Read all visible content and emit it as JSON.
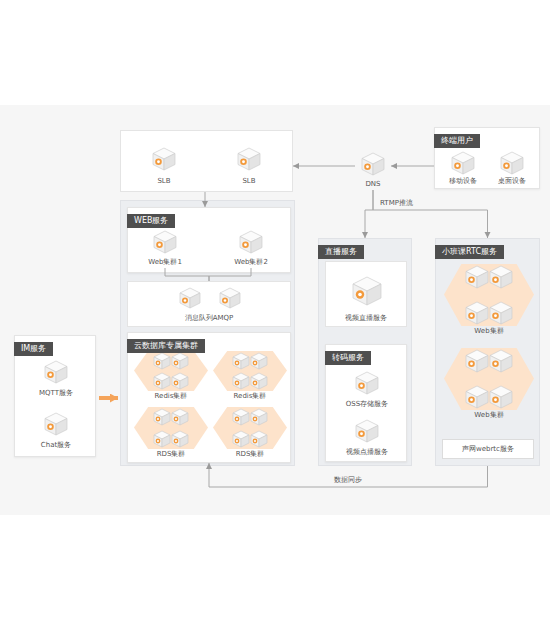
{
  "diagram": {
    "nodes": [
      {
        "text": [
          "终端用户"
        ]
      },
      {
        "text": [
          "移动设备"
        ],
        "in": 0
      },
      {
        "text": [
          "桌面设备"
        ],
        "in": 0
      },
      {
        "text": [
          "DNS"
        ]
      },
      {
        "text": []
      },
      {
        "text": [
          "SLB"
        ],
        "in": 4
      },
      {
        "text": [
          "SLB"
        ],
        "in": 4
      },
      {
        "text": []
      },
      {
        "text": [
          "WEB服务"
        ],
        "in": 7
      },
      {
        "text": [
          "Web集群1"
        ],
        "in": 8
      },
      {
        "text": [
          "Web集群2"
        ],
        "in": 8
      },
      {
        "text": [
          "消息队列AMQP"
        ],
        "in": 7
      },
      {
        "text": [
          "云数据库专属集群"
        ],
        "in": 7
      },
      {
        "text": [
          "Redis集群"
        ],
        "in": 12
      },
      {
        "text": [
          "Redis集群"
        ],
        "in": 12
      },
      {
        "text": [
          "RDS集群"
        ],
        "in": 12
      },
      {
        "text": [
          "RDS集群"
        ],
        "in": 12
      },
      {
        "text": [
          "IM服务"
        ]
      },
      {
        "text": [
          "MQTT服务"
        ],
        "in": 17
      },
      {
        "text": [
          "Chat服务"
        ],
        "in": 17
      },
      {
        "text": [
          "直播服务"
        ]
      },
      {
        "text": [
          "视频直播服务"
        ],
        "in": 20
      },
      {
        "text": [
          "转码服务"
        ],
        "in": 20
      },
      {
        "text": [
          "OSS存储服务"
        ],
        "in": 22
      },
      {
        "text": [
          "视频点播服务"
        ],
        "in": 22
      },
      {
        "text": [
          "小班课RTC服务"
        ]
      },
      {
        "text": [
          "Web集群"
        ],
        "in": 25
      },
      {
        "text": [
          "Web集群"
        ],
        "in": 25
      },
      {
        "text": [
          "声网webrtc服务"
        ],
        "in": 25
      }
    ],
    "edges": [
      {
        "from": 0,
        "to": 3,
        "arrow": "to"
      },
      {
        "from": 3,
        "to": 4,
        "arrow": "to"
      },
      {
        "from": 4,
        "to": 8,
        "arrow": "to"
      },
      {
        "from": 3,
        "to": 20,
        "label": "RTMP推流",
        "arrow": "to"
      },
      {
        "from": 3,
        "to": 25,
        "arrow": "to"
      },
      {
        "from": 9,
        "to": 11,
        "arrow": "none"
      },
      {
        "from": 10,
        "to": 11,
        "arrow": "none"
      },
      {
        "from": 17,
        "to": 7,
        "arrow": "to"
      },
      {
        "from": 25,
        "to": 12,
        "label": "数据同步",
        "arrow": "to"
      }
    ]
  }
}
